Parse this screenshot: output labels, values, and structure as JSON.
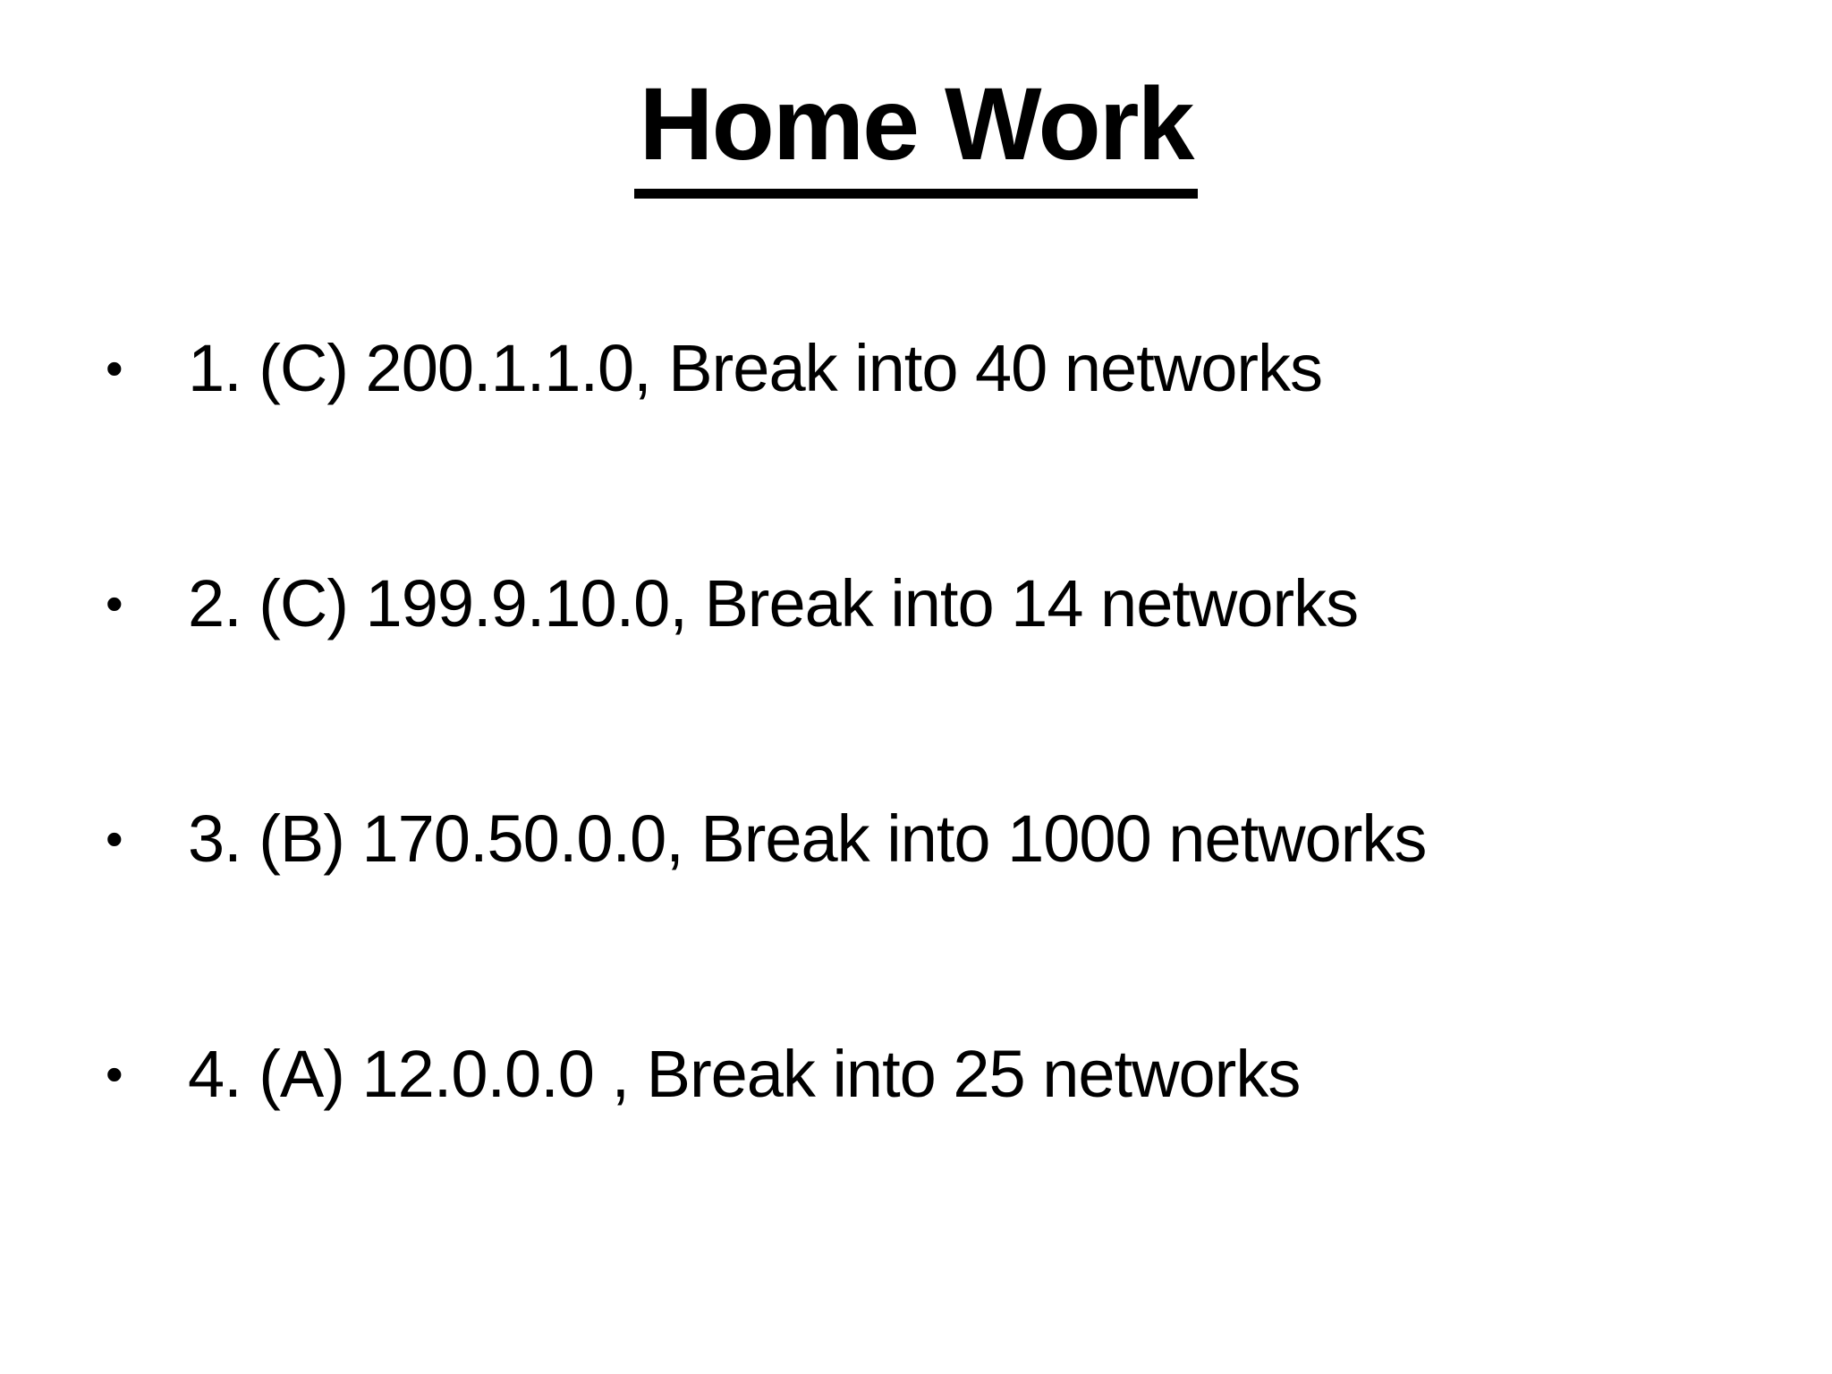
{
  "slide": {
    "title": "Home Work",
    "bullet_glyph": "•",
    "bullets": [
      "1. (C) 200.1.1.0, Break into 40 networks",
      "2. (C) 199.9.10.0, Break into 14 networks",
      "3. (B) 170.50.0.0, Break into 1000 networks",
      "4. (A) 12.0.0.0 , Break into 25 networks"
    ],
    "colors": {
      "background": "#ffffff",
      "text": "#000000",
      "underline": "#000000"
    }
  }
}
